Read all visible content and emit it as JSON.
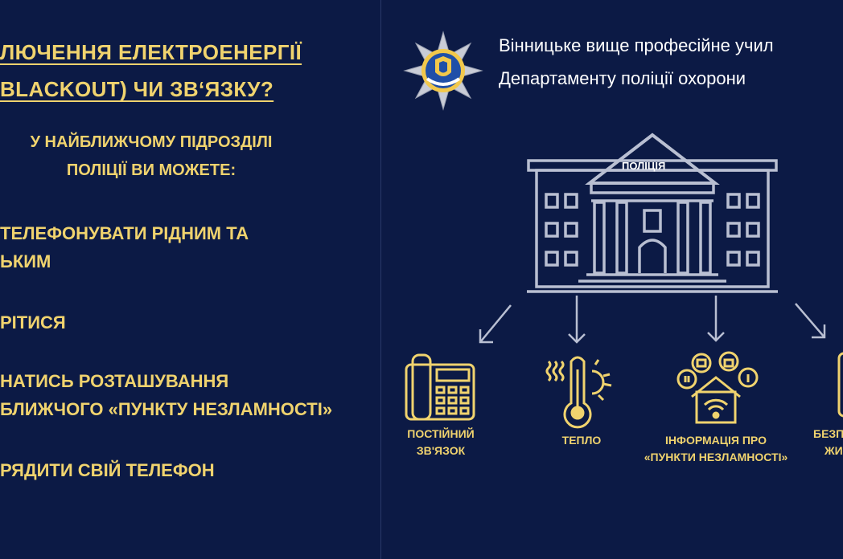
{
  "left": {
    "heading_line1": "ЛЮЧЕННЯ ЕЛЕКТРОЕНЕРГІЇ",
    "heading_line2": "BLACKOUT) ЧИ ЗВ‘ЯЗКУ?",
    "sub_line1": "У НАЙБЛИЖЧОМУ ПІДРОЗДІЛІ",
    "sub_line2": "ПОЛІЦІЇ ВИ МОЖЕТЕ:",
    "items": [
      {
        "line1": "ТЕЛЕФОНУВАТИ РІДНИМ ТА",
        "line2": "ЬКИМ"
      },
      {
        "line1": "РІТИСЯ"
      },
      {
        "line1": "НАТИСЬ РОЗТАШУВАННЯ",
        "line2": "БЛИЖЧОГО «ПУНКТУ НЕЗЛАМНОСТІ»"
      },
      {
        "line1": "РЯДИТИ СВІЙ ТЕЛЕФОН"
      }
    ]
  },
  "right": {
    "org_line1": "Вінницьке вище професійне учил",
    "org_line2": "Департаменту поліції охорони",
    "building_sign": "ПОЛІЦІЯ",
    "captions": [
      {
        "line1": "ПОСТІЙНИЙ",
        "line2": "ЗВ'ЯЗОК"
      },
      {
        "line1": "ТЕПЛО"
      },
      {
        "line1": "ІНФОРМАЦІЯ ПРО",
        "line2": "«ПУНКТИ НЕЗЛАМНОСТІ»"
      },
      {
        "line1": "БЕЗП",
        "line2": "ЖИ"
      }
    ]
  },
  "colors": {
    "background": "#0c1a45",
    "accent_yellow": "#f0d36e",
    "line_art": "#b9bfd2",
    "text_white": "#ffffff"
  },
  "icons": [
    "police-emblem-icon",
    "police-building-icon",
    "desk-phone-icon",
    "thermometer-sun-icon",
    "house-wifi-icon",
    "phone-icon"
  ]
}
